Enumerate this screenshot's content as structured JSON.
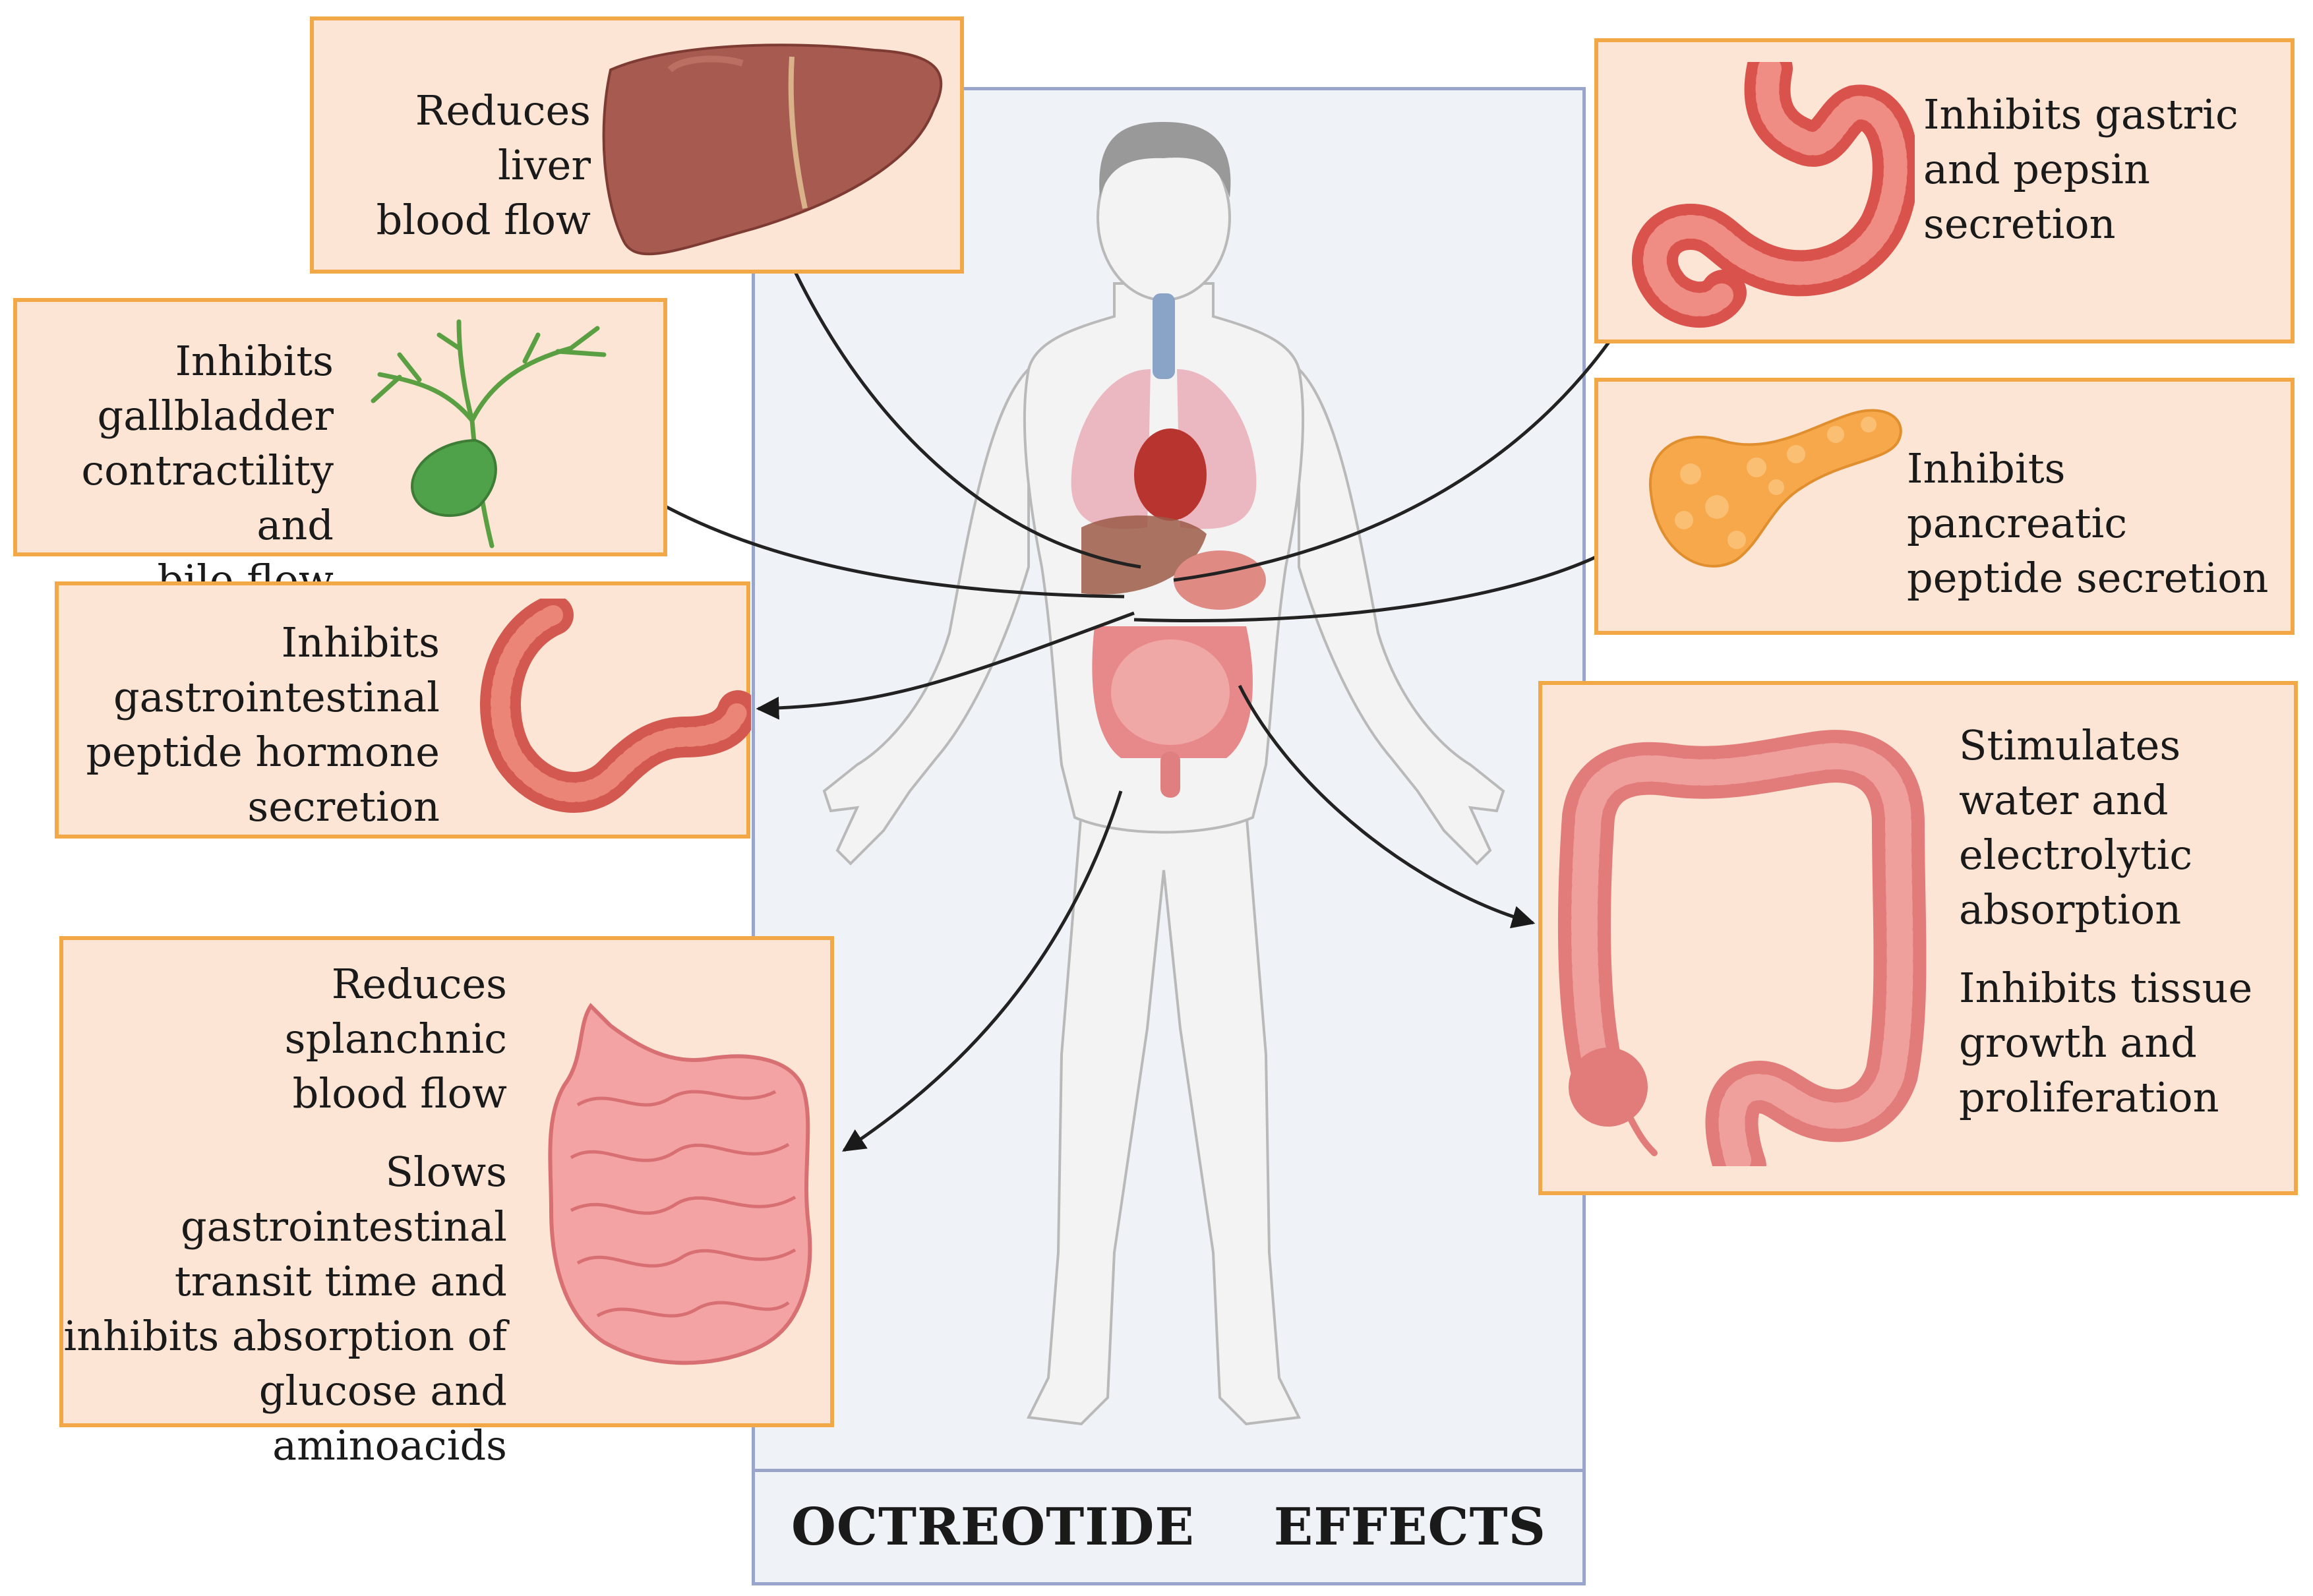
{
  "title": {
    "word1": "OCTREOTIDE",
    "word2": "EFFECTS"
  },
  "boxes": {
    "liver": {
      "text": "Reduces liver\nblood flow"
    },
    "gallbladder": {
      "text": "Inhibits\ngallbladder\ncontractility and\nbile flow"
    },
    "gi_hormone": {
      "text": "Inhibits\ngastrointestinal\npeptide hormone\nsecretion"
    },
    "small_intestine": {
      "text1": "Reduces\nsplanchnic\nblood flow",
      "text2": "Slows gastrointestinal\ntransit time and\ninhibits absorption of\nglucose and\naminoacids"
    },
    "stomach": {
      "text": "Inhibits gastric\nand pepsin\nsecretion"
    },
    "pancreas": {
      "text": "Inhibits\npancreatic\npeptide secretion"
    },
    "colon": {
      "text1": "Stimulates\nwater and\nelectrolytic\nabsorption",
      "text2": "Inhibits tissue\ngrowth and\nproliferation"
    }
  },
  "colors": {
    "box_fill": "#fce5d4",
    "box_border": "#f2a846",
    "panel_border": "#9aa5cc",
    "panel_fill": "#eff3f8"
  },
  "icons": [
    "liver-icon",
    "biliary-tree-icon",
    "duodenum-icon",
    "small-intestine-icon",
    "stomach-icon",
    "pancreas-icon",
    "colon-icon",
    "human-body-illustration"
  ]
}
